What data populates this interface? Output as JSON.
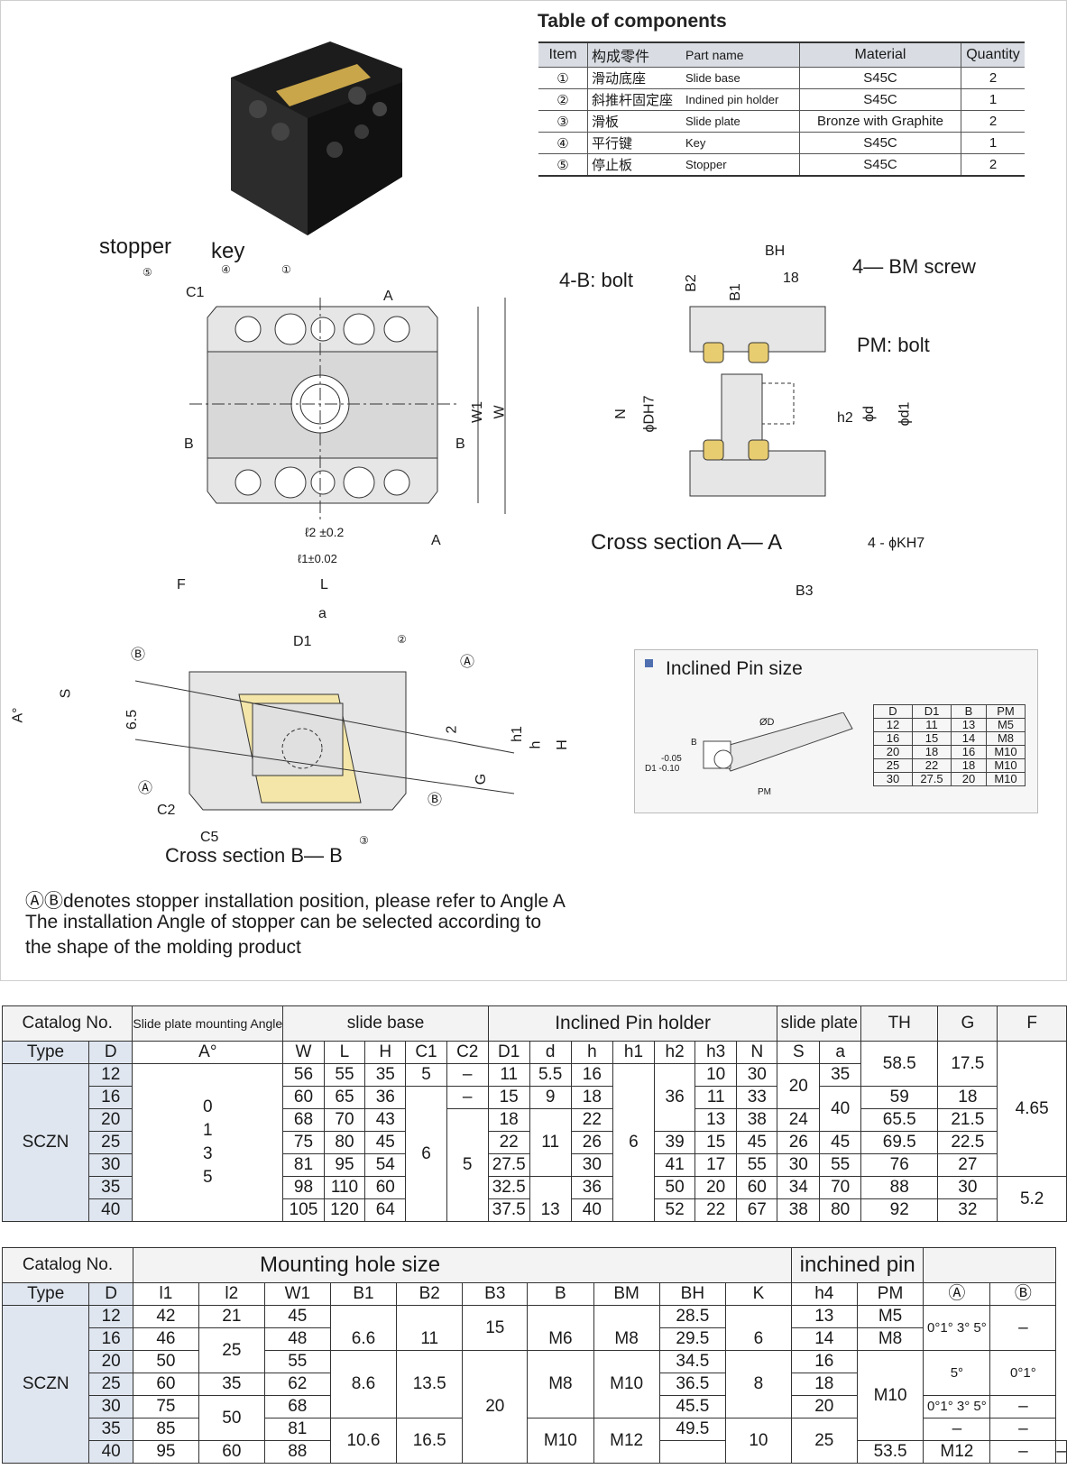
{
  "components": {
    "title": "Table of components",
    "headers": [
      "Item",
      "构成零件",
      "Part name",
      "Material",
      "Quantity"
    ],
    "rows": [
      [
        "①",
        "滑动底座",
        "Slide base",
        "S45C",
        "2"
      ],
      [
        "②",
        "斜推杆固定座",
        "Indined pin holder",
        "S45C",
        "1"
      ],
      [
        "③",
        "滑板",
        "Slide plate",
        "Bronze with Graphite",
        "2"
      ],
      [
        "④",
        "平行键",
        "Key",
        "S45C",
        "1"
      ],
      [
        "⑤",
        "停止板",
        "Stopper",
        "S45C",
        "2"
      ]
    ]
  },
  "drawing_labels": {
    "stopper": "stopper",
    "key": "key",
    "n5": "⑤",
    "n4": "④",
    "n1": "①",
    "c1": "C1",
    "a_top": "A",
    "a_bottom": "A",
    "b_left": "B",
    "b_right": "B",
    "w1": "W1",
    "w": "W",
    "l2": "ℓ2 ±0.2",
    "l1": "ℓ1±0.02",
    "f": "F",
    "l": "L",
    "bolt4b": "4-B: bolt",
    "b2": "B2",
    "b1": "B1",
    "bh": "BH",
    "dim18": "18",
    "bm_screw": "4— BM  screw",
    "pm_bolt": "PM:  bolt",
    "n": "N",
    "dh7": "ϕDH7",
    "h2": "h2",
    "phid": "ϕd",
    "phid1": "ϕd1",
    "section_aa": "Cross section A— A",
    "kh7": "4 - ϕKH7",
    "b3": "B3",
    "a_dim": "a",
    "d1": "D1",
    "n2": "②",
    "ca": "Ⓐ",
    "cb": "Ⓑ",
    "s": "S",
    "a_angle": "A°",
    "dim65": "6.5",
    "dim2": "2",
    "h1": "h1",
    "h": "h",
    "H": "H",
    "G": "G",
    "c2": "C2",
    "c5": "C5",
    "n3": "③",
    "section_bb": "Cross section B— B"
  },
  "notes": [
    "ⒶⒷdenotes stopper installation position, please refer to Angle A",
    "The installation Angle of stopper can be selected according to",
    "the shape of the molding product"
  ],
  "pin_size": {
    "title": "Inclined Pin size",
    "headers": [
      "D",
      "D1",
      "B",
      "PM"
    ],
    "rows": [
      [
        "12",
        "11",
        "13",
        "M5"
      ],
      [
        "16",
        "15",
        "14",
        "M8"
      ],
      [
        "20",
        "18",
        "16",
        "M10"
      ],
      [
        "25",
        "22",
        "18",
        "M10"
      ],
      [
        "30",
        "27.5",
        "20",
        "M10"
      ]
    ],
    "labels": {
      "od": "ØD",
      "b": "B",
      "tol1": "-0.05",
      "d1tol": "D1 -0.10",
      "pm": "PM"
    }
  },
  "table1": {
    "catalog": "Catalog No.",
    "slide_angle": "Slide plate mounting Angle",
    "slide_base": "slide base",
    "holder": "Inclined Pin holder",
    "slide_plate": "slide plate",
    "th": "TH",
    "g": "G",
    "f": "F",
    "type": "Type",
    "d": "D",
    "a_deg": "A°",
    "cols": [
      "W",
      "L",
      "H",
      "C1",
      "C2",
      "D1",
      "d",
      "h",
      "h1",
      "h2",
      "h3",
      "N",
      "S",
      "a"
    ],
    "sczn": "SCZN",
    "angles": [
      "0",
      "1",
      "3",
      "5"
    ],
    "d_vals": [
      "12",
      "16",
      "20",
      "25",
      "30",
      "35",
      "40"
    ],
    "W": [
      "56",
      "60",
      "68",
      "75",
      "81",
      "98",
      "105"
    ],
    "L": [
      "55",
      "65",
      "70",
      "80",
      "95",
      "110",
      "120"
    ],
    "H": [
      "35",
      "36",
      "43",
      "45",
      "54",
      "60",
      "64"
    ],
    "C1a": "5",
    "C1b": "6",
    "C2a": "–",
    "C2b": "–",
    "C2c": "5",
    "D1": [
      "11",
      "15",
      "18",
      "22",
      "27.5",
      "32.5",
      "37.5"
    ],
    "d_a": "5.5",
    "d_b": "9",
    "d_c": "11",
    "d_d": "13",
    "h_vals": [
      "16",
      "18",
      "22",
      "26",
      "30",
      "36",
      "40"
    ],
    "h1": "6",
    "h2": [
      "36",
      "39",
      "41",
      "50",
      "52"
    ],
    "h3": [
      "10",
      "11",
      "13",
      "15",
      "17",
      "20",
      "22"
    ],
    "N": [
      "30",
      "33",
      "38",
      "45",
      "55",
      "60",
      "67"
    ],
    "S": [
      "20",
      "24",
      "26",
      "30",
      "34",
      "38"
    ],
    "a": [
      "35",
      "40",
      "45",
      "55",
      "70",
      "80"
    ],
    "TH": [
      "58.5",
      "59",
      "65.5",
      "69.5",
      "76",
      "88",
      "92"
    ],
    "G": [
      "17.5",
      "18",
      "21.5",
      "22.5",
      "27",
      "30",
      "32"
    ],
    "F": [
      "4.65",
      "5.2"
    ]
  },
  "table2": {
    "catalog": "Catalog No.",
    "mounting": "Mounting hole size",
    "pin": "inchined pin",
    "type": "Type",
    "d": "D",
    "cols": [
      "l1",
      "l2",
      "W1",
      "B1",
      "B2",
      "B3",
      "B",
      "BM",
      "BH",
      "K",
      "h4",
      "PM",
      "Ⓐ",
      "Ⓑ"
    ],
    "sczn": "SCZN",
    "d_vals": [
      "12",
      "16",
      "20",
      "25",
      "30",
      "35",
      "40"
    ],
    "l1": [
      "42",
      "46",
      "50",
      "60",
      "75",
      "85",
      "95"
    ],
    "l2": [
      "21",
      "25",
      "35",
      "50",
      "60"
    ],
    "W1": [
      "45",
      "48",
      "55",
      "62",
      "68",
      "81",
      "88"
    ],
    "B1": [
      "6.6",
      "8.6",
      "10.6"
    ],
    "B2": [
      "11",
      "13.5",
      "16.5"
    ],
    "B3": [
      "15",
      "20"
    ],
    "B": [
      "M6",
      "M8",
      "M10"
    ],
    "BM": [
      "M8",
      "M10",
      "M12"
    ],
    "BH": [
      "28.5",
      "29.5",
      "34.5",
      "36.5",
      "45.5",
      "49.5",
      "53.5"
    ],
    "K": [
      "6",
      "8",
      "10"
    ],
    "h4": [
      "13",
      "14",
      "16",
      "18",
      "20",
      "25"
    ],
    "PM": [
      "M5",
      "M8",
      "M10",
      "M12"
    ],
    "A_angles": [
      "0°1° 3° 5°",
      "5°",
      "0°1° 3° 5°",
      "–",
      "–"
    ],
    "B_angles": [
      "–",
      "0°1°",
      "–",
      "–",
      "–"
    ]
  }
}
